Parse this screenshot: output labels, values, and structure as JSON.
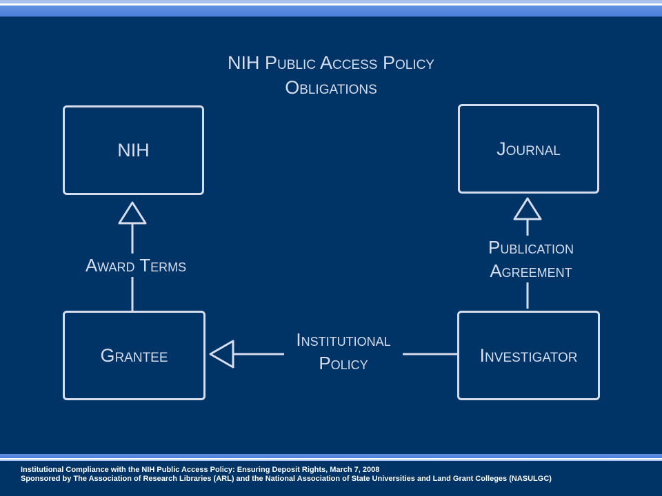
{
  "title": {
    "line1": "NIH Public Access Policy",
    "line2": "Obligations"
  },
  "nodes": {
    "nih": "NIH",
    "journal": "Journal",
    "grantee": "Grantee",
    "investigator": "Investigator"
  },
  "edges": {
    "award_terms": "Award Terms",
    "publication_line1": "Publication",
    "publication_line2": "Agreement",
    "institutional_line1": "Institutional",
    "institutional_line2": "Policy"
  },
  "footer": {
    "line1": "Institutional Compliance with the NIH Public Access Policy: Ensuring Deposit Rights, March 7, 2008",
    "line2": "Sponsored by The Association of Research Libraries (ARL) and the National Association of State Universities and Land Grant Colleges (NASULGC)"
  },
  "colors": {
    "background": "#003366",
    "stroke": "#d6deee",
    "accent_bar": "#4d80dc"
  }
}
